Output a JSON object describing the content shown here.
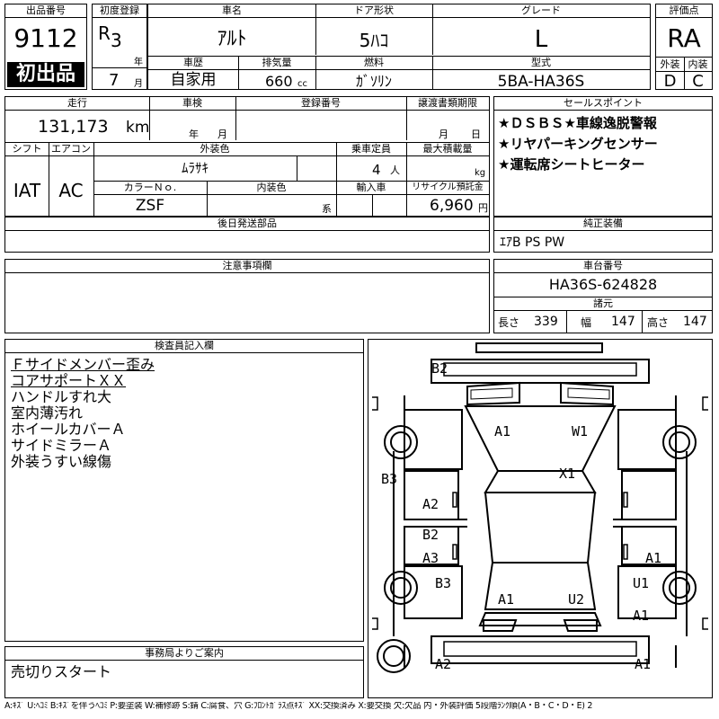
{
  "lot": {
    "label": "出品番号",
    "number": "9112",
    "badge": "初出品"
  },
  "first_reg": {
    "label": "初度登録",
    "era": "R",
    "year": "3",
    "year_unit": "年",
    "month": "7",
    "month_unit": "月"
  },
  "car_name": {
    "label": "車名",
    "value": "ｱﾙﾄ"
  },
  "door_shape": {
    "label": "ドア形状",
    "value": "5ﾊｺ"
  },
  "grade": {
    "label": "グレード",
    "value": "L"
  },
  "score": {
    "label": "評価点",
    "value": "RA",
    "ext_label": "外装",
    "ext_value": "D",
    "int_label": "内装",
    "int_value": "C"
  },
  "history": {
    "label": "車歴",
    "value": "自家用"
  },
  "displacement": {
    "label": "排気量",
    "value": "660",
    "unit": "cc"
  },
  "fuel": {
    "label": "燃料",
    "value": "ｶﾞｿﾘﾝ"
  },
  "model": {
    "label": "型式",
    "value": "5BA-HA36S"
  },
  "mileage": {
    "label": "走行",
    "value": "131,173",
    "unit": "km"
  },
  "inspection": {
    "label": "車検",
    "year_unit": "年",
    "month_unit": "月"
  },
  "reg_number": {
    "label": "登録番号"
  },
  "transfer_doc": {
    "label": "譲渡書類期限",
    "month_unit": "月",
    "day_unit": "日"
  },
  "sales_points": {
    "label": "セールスポイント",
    "items": [
      "★ＤＳＢＳ★車線逸脱警報",
      "★リヤパーキングセンサー",
      "★運転席シートヒーター"
    ]
  },
  "shift": {
    "label": "シフト",
    "value": "IAT"
  },
  "aircon": {
    "label": "エアコン",
    "value": "AC"
  },
  "ext_color": {
    "label": "外装色",
    "value": "ﾑﾗｻｷ"
  },
  "capacity": {
    "label": "乗車定員",
    "value": "4",
    "unit": "人"
  },
  "max_load": {
    "label": "最大積載量",
    "unit": "kg"
  },
  "color_no": {
    "label": "カラーＮｏ.",
    "value": "ZSF"
  },
  "int_color": {
    "label": "内装色",
    "unit": "系"
  },
  "import": {
    "label": "輸入車"
  },
  "recycle": {
    "label": "リサイクル預託金",
    "value": "6,960",
    "unit": "円"
  },
  "later_parts": {
    "label": "後日発送部品"
  },
  "equipment": {
    "label": "純正装備",
    "value": "ｴｱB PS PW"
  },
  "caution": {
    "label": "注意事項欄"
  },
  "chassis": {
    "label": "車台番号",
    "value": "HA36S-624828"
  },
  "specs": {
    "label": "諸元",
    "length_label": "長さ",
    "length": "339",
    "width_label": "幅",
    "width": "147",
    "height_label": "高さ",
    "height": "147"
  },
  "inspector": {
    "label": "検査員記入欄",
    "notes": [
      "Ｆサイドメンバー歪み",
      "コアサポートＸＸ",
      "ハンドルすれ大",
      "室内薄汚れ",
      "ホイールカバーＡ",
      "サイドミラーＡ",
      "外装うすい線傷"
    ]
  },
  "office": {
    "label": "事務局よりご案内",
    "note": "売切りスタート"
  },
  "diagram": {
    "marks": {
      "b2_top": "B2",
      "a1_hood": "A1",
      "w1": "W1",
      "x1": "X1",
      "b3_left": "B3",
      "a2_fl_door": "A2",
      "b2_mid": "B2",
      "a3": "A3",
      "a1_right_door": "A1",
      "b3_rear_left": "B3",
      "u1": "U1",
      "a1_rear_left": "A1",
      "u2": "U2",
      "a1_rear_right": "A1",
      "a2_bumper": "A2",
      "a1_bumper": "A1"
    }
  },
  "legend": "A:ｷｽﾞ U:ﾍｺﾐ B:ｷｽﾞを伴うﾍｺﾐ P:要塗装 W:補修跡 S:錆 C:腐食、穴 G:ﾌﾛﾝﾄｶﾞﾗｽ点ｷｽﾞ XX:交換済み X:要交換 欠:欠品 内・外装評価 5段階ﾗﾝｸ順(A・B・C・D・E) 2"
}
